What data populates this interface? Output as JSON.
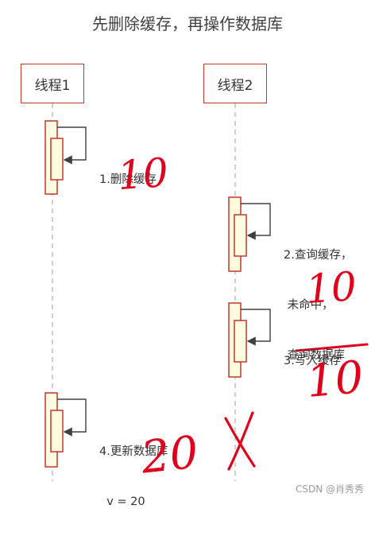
{
  "title": "先删除缓存，再操作数据库",
  "actors": [
    {
      "label": "线程1"
    },
    {
      "label": "线程2"
    }
  ],
  "steps": [
    {
      "lines": [
        "1.删除缓存"
      ]
    },
    {
      "lines": [
        "2.查询缓存，",
        " 未命中，",
        " 查询数据库"
      ]
    },
    {
      "lines": [
        "3.写入缓存"
      ]
    },
    {
      "lines": [
        "4.更新数据库",
        "  v = 20"
      ]
    }
  ],
  "handwriting": {
    "mark_1": "10",
    "mark_2": "10",
    "mark_3": "10",
    "mark_4": "20"
  },
  "watermark": "CSDN @肖秀秀",
  "colors": {
    "border_red": "#c0392b",
    "activation_fill": "#fffbe0",
    "lifeline": "#b5b5b5",
    "arrow": "#404040",
    "handwriting_red": "#e0001b"
  }
}
